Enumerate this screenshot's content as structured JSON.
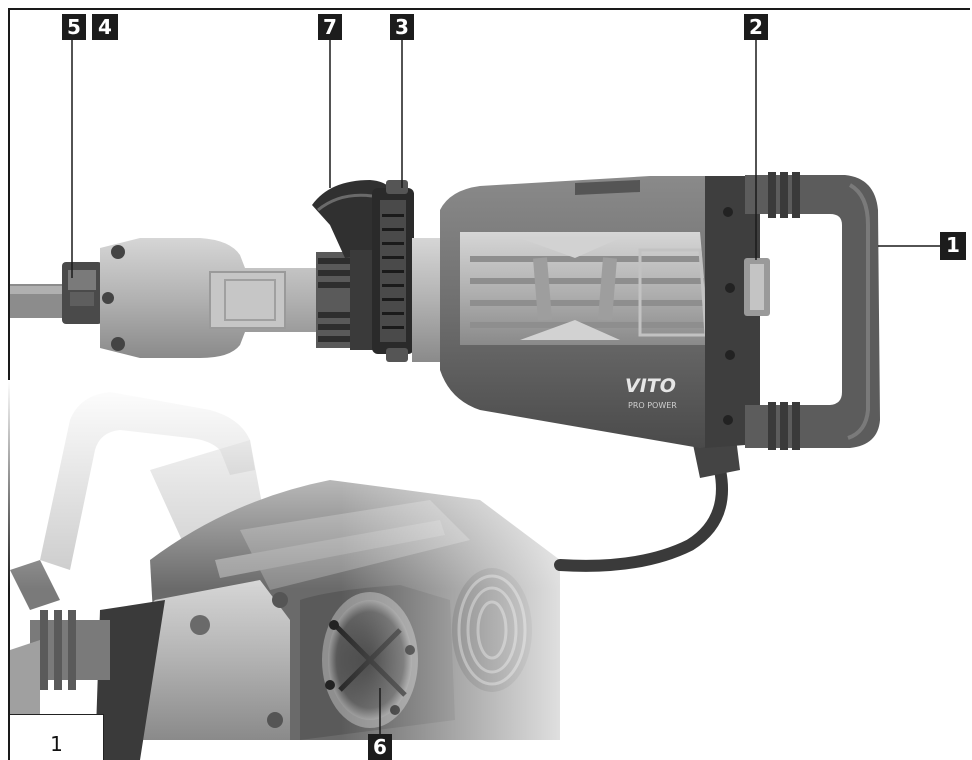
{
  "figure": {
    "number": "1",
    "brand": "VITO",
    "brand_sub": "PRO POWER"
  },
  "callouts": [
    {
      "key": "c5",
      "label": "5"
    },
    {
      "key": "c4",
      "label": "4"
    },
    {
      "key": "c7",
      "label": "7"
    },
    {
      "key": "c3",
      "label": "3"
    },
    {
      "key": "c2",
      "label": "2"
    },
    {
      "key": "c1",
      "label": "1"
    },
    {
      "key": "c6",
      "label": "6"
    }
  ],
  "colors": {
    "body": "#6f6f6f",
    "body_dark": "#3c3c3c",
    "aluminium": "#b8b8b8",
    "label_bg": "#1c1c1c"
  }
}
